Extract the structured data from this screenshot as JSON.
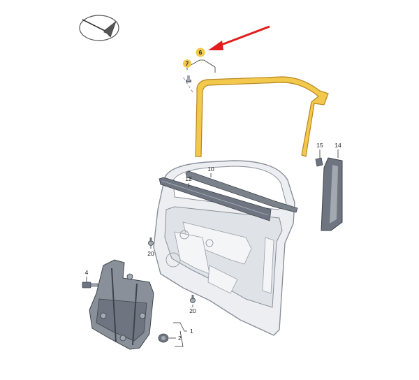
{
  "colors": {
    "highlight": "#f2c94c",
    "highlight_edge": "#b8871f",
    "arrow": "#e11d1d",
    "door_fill": "#eceef2",
    "door_edge": "#8a9099",
    "part_dark": "#6e7580",
    "part_mid": "#a3a9b1"
  },
  "icons": {
    "orientation": "arrow-in-circle-icon",
    "pointer": "red-arrow-icon"
  },
  "callouts": {
    "c6": "6",
    "c7": "7",
    "c15": "15",
    "c14": "14",
    "c10": "10",
    "c12": "12",
    "c20a": "20",
    "c4": "4",
    "c20b": "20",
    "c1": "1",
    "c2": "2"
  },
  "highlighted_part": "6"
}
